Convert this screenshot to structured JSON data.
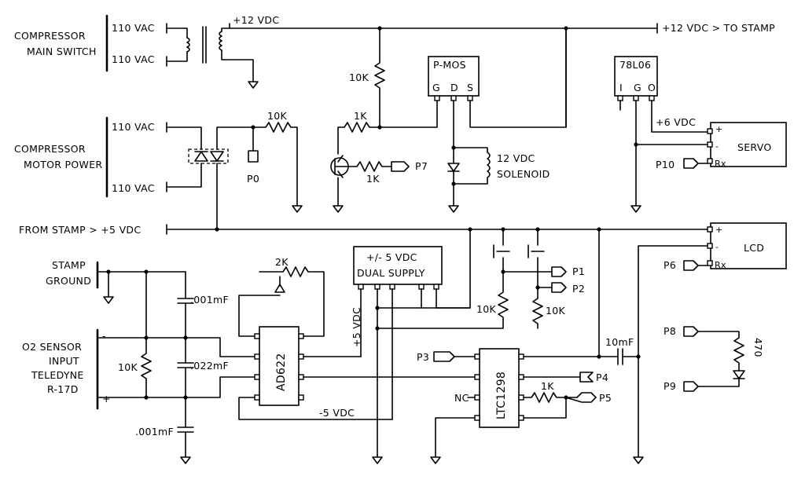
{
  "labels": {
    "compressor_main_switch_1": "COMPRESSOR",
    "compressor_main_switch_2": "MAIN SWITCH",
    "compressor_motor_power_1": "COMPRESSOR",
    "compressor_motor_power_2": "MOTOR POWER",
    "vac_1": "110 VAC",
    "vac_2": "110 VAC",
    "vac_3": "110 VAC",
    "vac_4": "110 VAC",
    "v12_top": "+12 VDC",
    "v12_to_stamp": "+12 VDC > TO STAMP",
    "from_stamp_5v": "FROM STAMP > +5 VDC",
    "stamp_ground_1": "STAMP",
    "stamp_ground_2": "GROUND",
    "o2_1": "O2 SENSOR",
    "o2_2": "INPUT",
    "o2_3": "TELEDYNE",
    "o2_4": "R-17D",
    "o2_minus": "-",
    "o2_plus": "+",
    "solenoid_1": "12 VDC",
    "solenoid_2": "SOLENOID",
    "v6": "+6 VDC",
    "v5_vert": "+5 VDC",
    "vminus5": "-5 VDC",
    "nc": "NC",
    "dual_supply_1": "+/- 5 VDC",
    "dual_supply_2": "DUAL SUPPLY"
  },
  "components": {
    "pmos": {
      "name": "P-MOS",
      "g": "G",
      "d": "D",
      "s": "S"
    },
    "reg": {
      "name": "78L06",
      "i": "I",
      "g": "G",
      "o": "O"
    },
    "servo": {
      "name": "SERVO",
      "plus": "+",
      "minus": "-",
      "rx": "Rx"
    },
    "lcd": {
      "name": "LCD",
      "plus": "+",
      "minus": "-",
      "rx": "Rx"
    },
    "ad622": "AD622",
    "ltc1298": "LTC1298"
  },
  "values": {
    "r10k_a": "10K",
    "r1k_a": "1K",
    "r1k_b": "1K",
    "r10k_b": "10K",
    "r2k": "2K",
    "r10k_c": "10K",
    "r10k_d": "10K",
    "r10k_e": "10K",
    "r1k_c": "1K",
    "r470": "470",
    "c001a": ".001mF",
    "c022": ".022mF",
    "c001b": ".001mF",
    "c10": "10mF"
  },
  "pins": {
    "p0": "P0",
    "p1": "P1",
    "p2": "P2",
    "p3": "P3",
    "p4": "P4",
    "p5": "P5",
    "p6": "P6",
    "p7": "P7",
    "p8": "P8",
    "p9": "P9",
    "p10": "P10"
  }
}
